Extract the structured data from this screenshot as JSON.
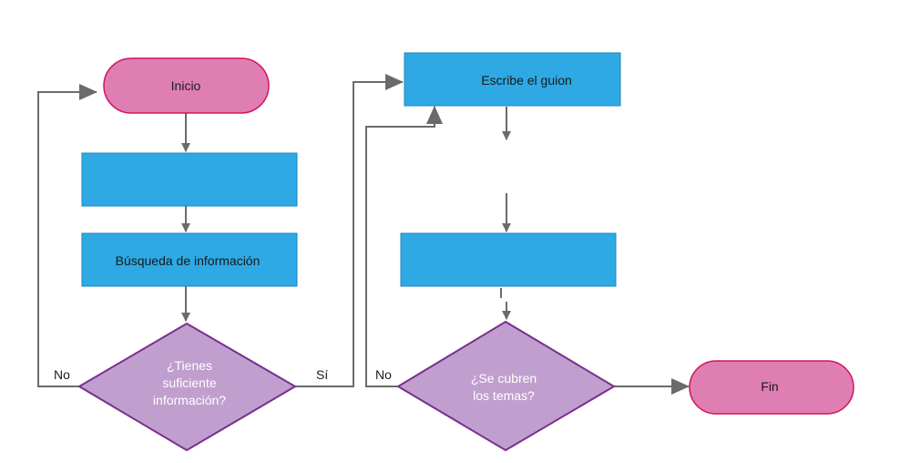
{
  "colors": {
    "terminal_fill": "#de7eb3",
    "terminal_stroke": "#d4145a",
    "process_fill": "#2ea9e3",
    "process_stroke": "#1b86c3",
    "decision_fill": "#c09fce",
    "decision_stroke": "#7a2e8e",
    "arrow": "#6b6b6b"
  },
  "nodes": {
    "start": "Inicio",
    "process_blank_1": "",
    "research": "Búsqueda de información",
    "decision_info": [
      "¿Tienes",
      "suficiente",
      "información?"
    ],
    "write_script": "Escribe el guion",
    "process_blank_2": "",
    "decision_topics": [
      "¿Se cubren",
      "los temas?"
    ],
    "end": "Fin"
  },
  "edge_labels": {
    "info_no": "No",
    "info_yes": "Sí",
    "topics_no": "No"
  }
}
